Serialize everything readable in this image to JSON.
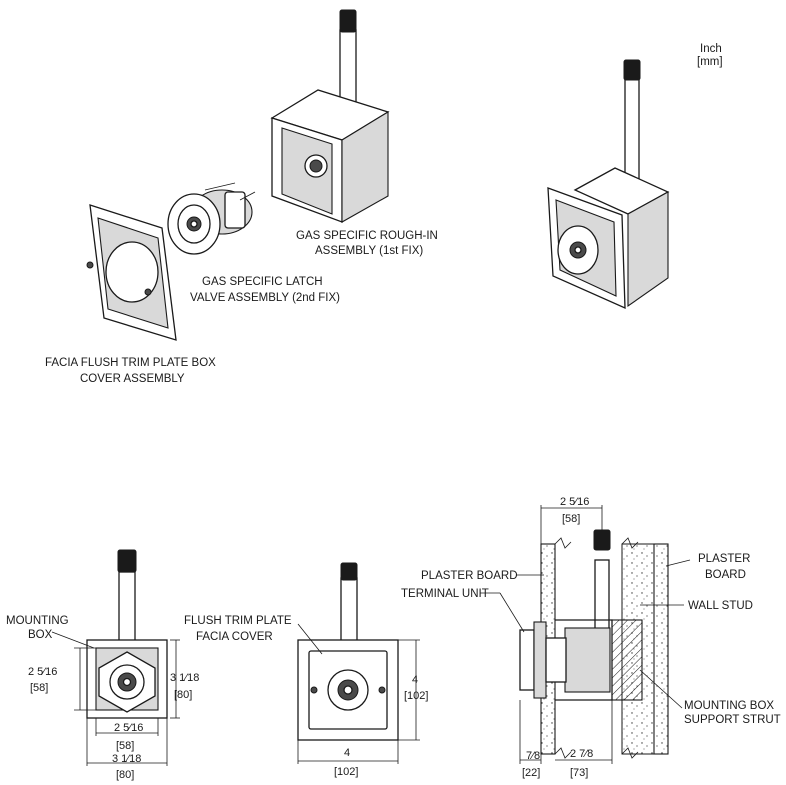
{
  "units": {
    "inch": "Inch",
    "mm": "[mm]"
  },
  "exploded": {
    "rough_in": {
      "line1": "GAS SPECIFIC ROUGH-IN",
      "line2": "ASSEMBLY (1st FIX)"
    },
    "latch_valve": {
      "line1": "GAS SPECIFIC LATCH",
      "line2": "VALVE ASSEMBLY (2nd FIX)"
    },
    "facia": {
      "line1": "FACIA FLUSH TRIM PLATE BOX",
      "line2": "COVER ASSEMBLY"
    }
  },
  "front_view": {
    "mounting_box_1": "MOUNTING",
    "mounting_box_2": "BOX",
    "height_in": "2 5⁄16",
    "height_mm": "[58]",
    "outer_height_in": "3 1⁄18",
    "outer_height_mm": "[80]",
    "width_in": "2 5⁄16",
    "width_mm": "[58]",
    "outer_width_in": "3 1⁄18",
    "outer_width_mm": "[80]"
  },
  "trim_view": {
    "label_1": "FLUSH TRIM PLATE",
    "label_2": "FACIA COVER",
    "height_in": "4",
    "height_mm": "[102]",
    "width_in": "4",
    "width_mm": "[102]"
  },
  "section_view": {
    "top_in": "2 5⁄16",
    "top_mm": "[58]",
    "plaster_board_left": "PLASTER BOARD",
    "terminal_unit": "TERMINAL UNIT",
    "plaster_board_right_1": "PLASTER",
    "plaster_board_right_2": "BOARD",
    "wall_stud": "WALL STUD",
    "strut_1": "MOUNTING BOX",
    "strut_2": "SUPPORT STRUT",
    "left_in": "7⁄8",
    "left_mm": "[22]",
    "right_in": "2 7⁄8",
    "right_mm": "[73]"
  }
}
